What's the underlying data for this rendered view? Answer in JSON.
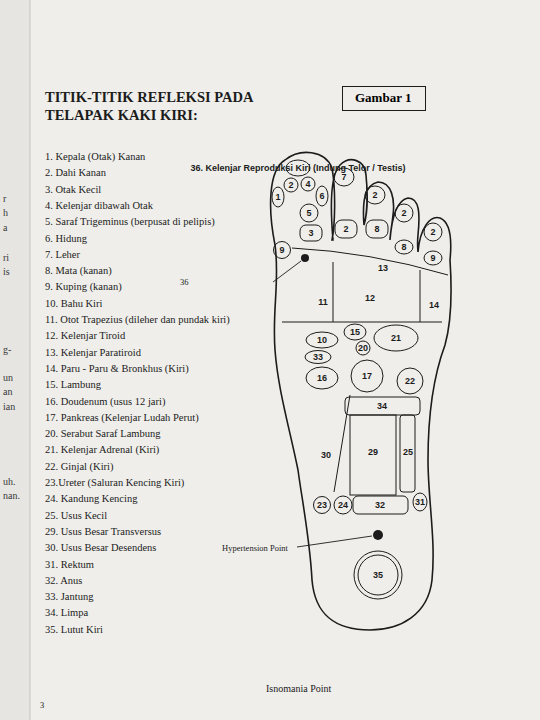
{
  "diagram": {
    "title": "TITIK-TITIK REFLEKSI PADA TELAPAK KAKI KIRI:",
    "nodes": [
      {
        "text": [
          "Gambar 1"
        ]
      }
    ],
    "labels": [
      "r",
      "h",
      "a",
      "ri",
      "is",
      "g-",
      "un",
      "an",
      "ian",
      "uh.",
      "nan.",
      "1. Kepala (Otak) Kanan",
      "2. Dahi Kanan",
      "3. Otak Kecil",
      "4. Kelenjar dibawah Otak",
      "5. Saraf Trigeminus (berpusat di pelipis)",
      "6. Hidung",
      "7. Leher",
      "8. Mata (kanan)",
      "9. Kuping (kanan)",
      "10. Bahu Kiri",
      "11. Otot Trapezius (dileher dan pundak kiri)",
      "12. Kelenjar Tiroid",
      "13. Kelenjar Paratiroid",
      "14. Paru - Paru & Bronkhus (Kiri)",
      "15. Lambung",
      "16. Doudenum (usus 12 jari)",
      "17. Pankreas (Kelenjar Ludah Perut)",
      "20. Serabut Saraf Lambung",
      "21. Kelenjar Adrenal (Kiri)",
      "22. Ginjal (Kiri)",
      "23.Ureter (Saluran Kencing Kiri)",
      "24. Kandung Kencing",
      "25. Usus Kecil",
      "29. Usus Besar Transversus",
      "30. Usus Besar Desendens",
      "31. Rektum",
      "32. Anus",
      "33. Jantung",
      "34. Limpa",
      "35. Lutut Kiri",
      "36. Kelenjar Reproduksi Kiri (Indung Telor / Testis)",
      "2",
      "4",
      "1",
      "6",
      "5",
      "3",
      "7",
      "2",
      "2",
      "2",
      "2",
      "8",
      "8",
      "9",
      "9",
      "13",
      "11",
      "12",
      "14",
      "10",
      "15",
      "20",
      "21",
      "33",
      "16",
      "17",
      "22",
      "34",
      "29",
      "25",
      "30",
      "23",
      "24",
      "32",
      "31",
      "35",
      "36",
      "Hypertension Point",
      "Isnomania Point",
      "3"
    ]
  }
}
